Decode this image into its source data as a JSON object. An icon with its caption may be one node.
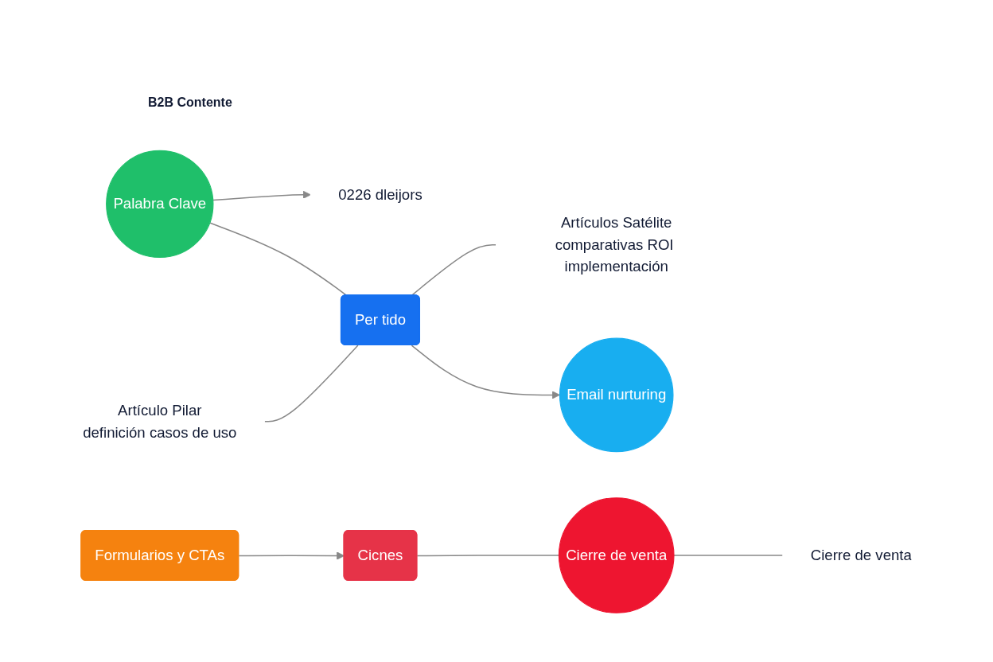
{
  "diagram": {
    "title": "B2B Contente",
    "nodes": [
      {
        "text": [
          "Palabra Clave"
        ]
      },
      {
        "text": [
          "0226 dleijors"
        ]
      },
      {
        "text": [
          "Artículo Pilar",
          "definición casos de uso"
        ]
      },
      {
        "text": [
          "Per tido"
        ]
      },
      {
        "text": [
          "Artículos Satélite",
          "comparativas ROI implementación"
        ]
      },
      {
        "text": [
          "Email nurturing"
        ]
      },
      {
        "text": [
          "Formularios y CTAs"
        ]
      },
      {
        "text": [
          "Cicnes"
        ]
      },
      {
        "text": [
          "Cierre de venta"
        ]
      },
      {
        "text": [
          "Cierre de venta"
        ]
      }
    ],
    "edges": [
      {
        "from": 0,
        "to": 1,
        "arrow": "to"
      },
      {
        "from": 0,
        "to": 3,
        "arrow": "none"
      },
      {
        "from": 2,
        "to": 3,
        "arrow": "none"
      },
      {
        "from": 3,
        "to": 4,
        "arrow": "none"
      },
      {
        "from": 3,
        "to": 5,
        "arrow": "to"
      },
      {
        "from": 6,
        "to": 7,
        "arrow": "to"
      },
      {
        "from": 7,
        "to": 8,
        "arrow": "none"
      },
      {
        "from": 8,
        "to": 9,
        "arrow": "none"
      }
    ]
  }
}
